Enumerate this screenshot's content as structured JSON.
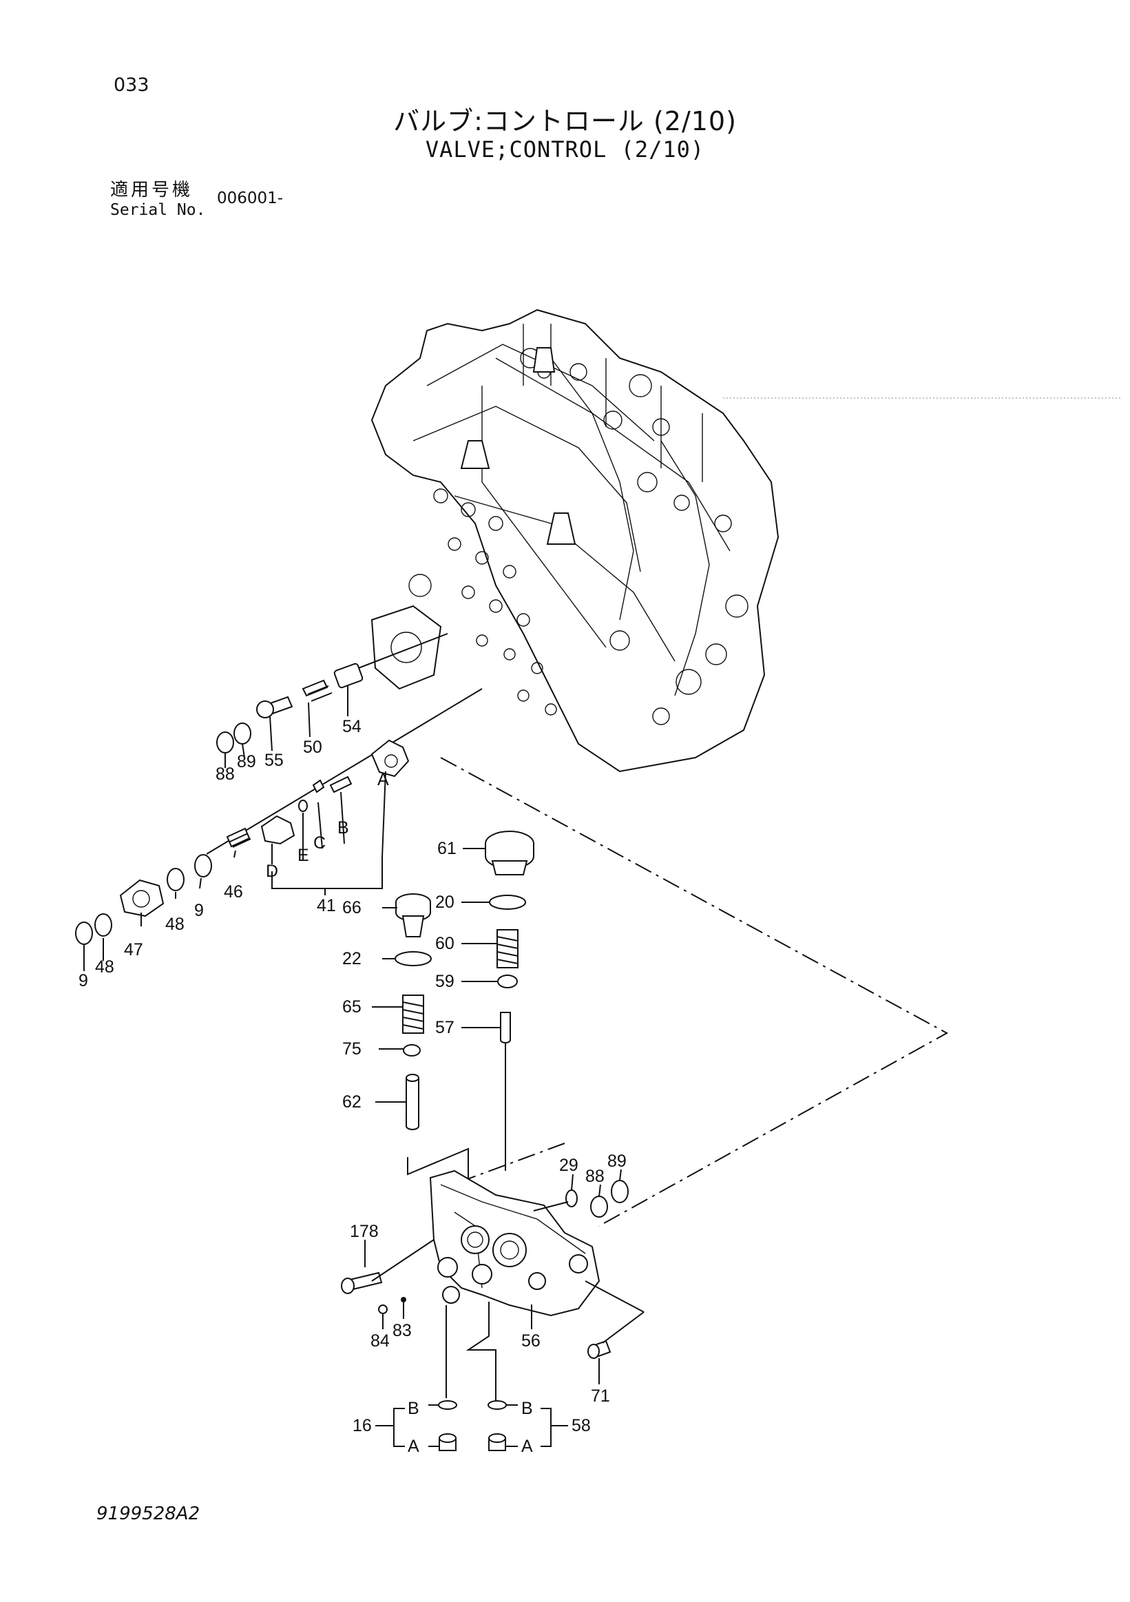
{
  "header": {
    "page_number": "033",
    "title_jp": "バルブ:コントロール (2/10)",
    "title_en": "VALVE;CONTROL (2/10)",
    "serial_label_jp": "適用号機",
    "serial_label_en": "Serial No.",
    "serial_value": "006001-"
  },
  "footer": {
    "drawing_number": "9199528A2"
  },
  "callouts": {
    "p54": "54",
    "p50": "50",
    "p55": "55",
    "p88a": "88",
    "p89a": "89",
    "pA1": "A",
    "pB1": "B",
    "pC1": "C",
    "pE1": "E",
    "pD1": "D",
    "p41": "41",
    "p46": "46",
    "p9a": "9",
    "p48a": "48",
    "p47": "47",
    "p48b": "48",
    "p9b": "9",
    "p61": "61",
    "p20": "20",
    "p60": "60",
    "p59": "59",
    "p57": "57",
    "p66": "66",
    "p22": "22",
    "p65": "65",
    "p75": "75",
    "p62": "62",
    "p29": "29",
    "p88b": "88",
    "p89b": "89",
    "p178": "178",
    "p84": "84",
    "p83": "83",
    "p56": "56",
    "p71": "71",
    "p16": "16",
    "pB2": "B",
    "pA2": "A",
    "p58": "58",
    "pB3": "B",
    "pA3": "A"
  }
}
